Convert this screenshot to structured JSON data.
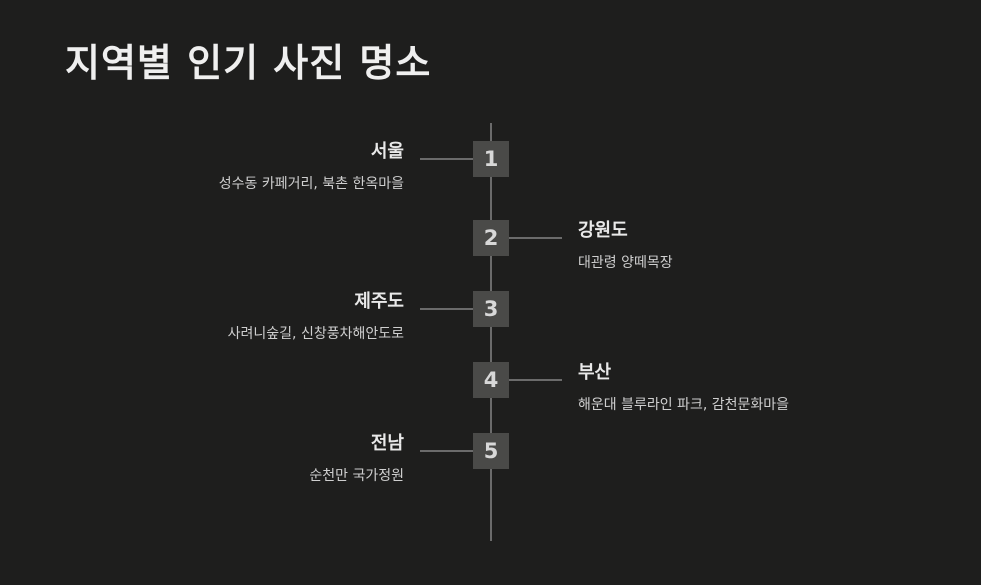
{
  "title": "지역별 인기 사진 명소",
  "items": [
    {
      "number": "1",
      "region": "서울",
      "spots": "성수동 카페거리, 북촌 한옥마을",
      "side": "left"
    },
    {
      "number": "2",
      "region": "강원도",
      "spots": "대관령 양떼목장",
      "side": "right"
    },
    {
      "number": "3",
      "region": "제주도",
      "spots": "사려니숲길, 신창풍차해안도로",
      "side": "left"
    },
    {
      "number": "4",
      "region": "부산",
      "spots": "해운대 블루라인 파크, 감천문화마을",
      "side": "right"
    },
    {
      "number": "5",
      "region": "전남",
      "spots": "순천만 국가정원",
      "side": "left"
    }
  ]
}
